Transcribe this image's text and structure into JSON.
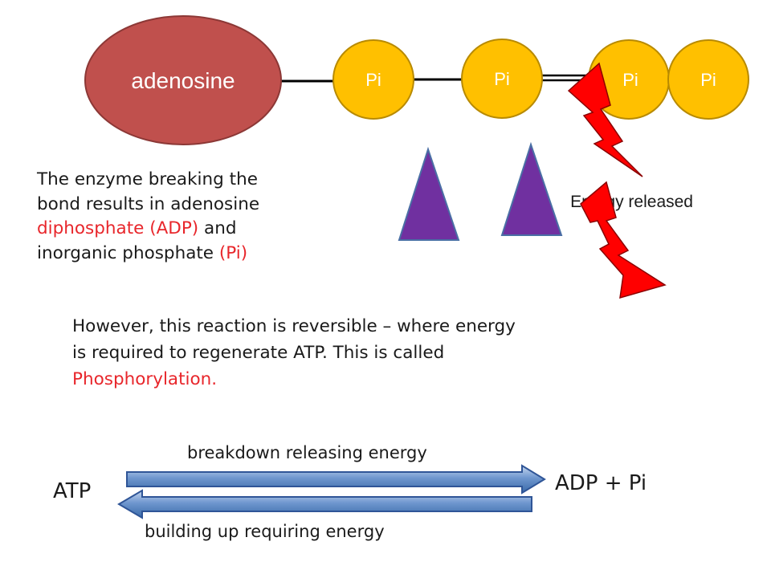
{
  "molecule": {
    "adenosine_label": "adenosine",
    "phosphate_labels": [
      "Pi",
      "Pi",
      "Pi",
      "Pi"
    ],
    "energy_label": "Energy released"
  },
  "enzyme_text": {
    "line1": "The enzyme breaking the",
    "line2": "bond results in adenosine",
    "adp_text": "diphosphate (ADP)",
    "and_text": " and",
    "line4_start": "inorganic phosphate ",
    "pi_text": "(Pi)"
  },
  "reversible_text": {
    "line1": "However, this reaction is reversible – where energy",
    "line2": "is required to regenerate ATP. This is called",
    "phosphorylation": "Phosphorylation."
  },
  "equation": {
    "left": "ATP",
    "right": "ADP + Pi",
    "forward_label": "breakdown releasing energy",
    "reverse_label": "building up requiring energy"
  },
  "colors": {
    "adenosine_fill": "#c0504d",
    "phosphate_fill": "#ffc000",
    "enzyme_fill": "#7030a0",
    "lightning_fill": "#ff0000",
    "highlight_text": "#e8262b",
    "arrow_fill": "#4f81bd"
  }
}
